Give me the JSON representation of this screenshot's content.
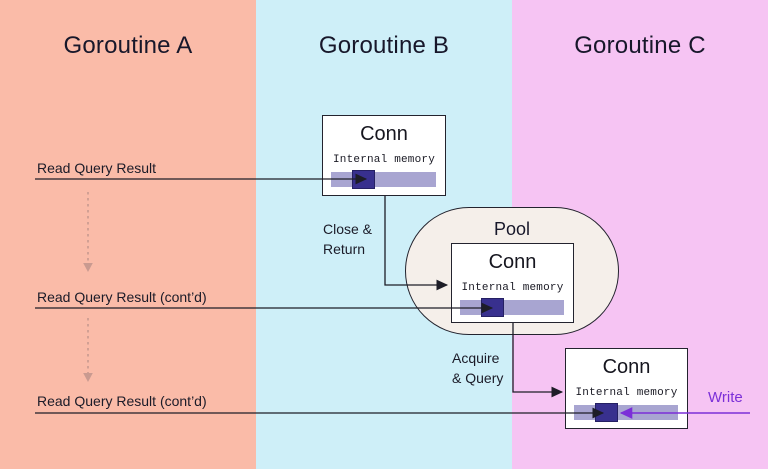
{
  "columns": [
    {
      "label": "Goroutine A"
    },
    {
      "label": "Goroutine B"
    },
    {
      "label": "Goroutine C"
    }
  ],
  "conn_boxes": [
    {
      "title": "Conn",
      "memory_label": "Internal memory"
    },
    {
      "title": "Conn",
      "memory_label": "Internal memory"
    },
    {
      "title": "Conn",
      "memory_label": "Internal memory"
    }
  ],
  "pool": {
    "label": "Pool"
  },
  "labels": {
    "read_1": "Read Query Result",
    "read_2": "Read Query Result (cont’d)",
    "read_3": "Read Query Result (cont’d)",
    "close_return_1": "Close &",
    "close_return_2": "Return",
    "acquire_query_1": "Acquire",
    "acquire_query_2": "& Query",
    "write": "Write"
  },
  "colors": {
    "goroutine_a_bg": "#FABBA8",
    "goroutine_b_bg": "#CEEFF8",
    "goroutine_c_bg": "#F6C4F3",
    "pool_bg": "#F5EFEA",
    "box_border": "#23232E",
    "memory_bar": "#A8A5D1",
    "memory_segment": "#38308E",
    "connector_line": "#1D1D27",
    "dotted_arrow": "#C99A90",
    "write_accent": "#7B2FD8"
  }
}
